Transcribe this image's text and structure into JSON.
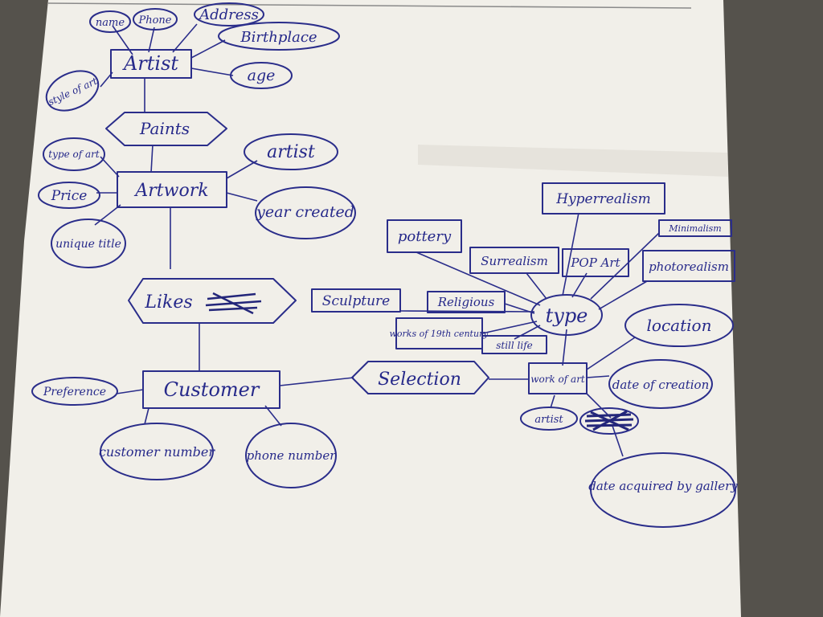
{
  "diagram": {
    "type": "entity-relationship sketch (handwritten)",
    "entities": [
      {
        "id": "artist",
        "label": "Artist"
      },
      {
        "id": "artwork",
        "label": "Artwork"
      },
      {
        "id": "customer",
        "label": "Customer"
      },
      {
        "id": "work_of_art",
        "label": "work of art"
      }
    ],
    "relationships": [
      {
        "id": "paints",
        "label": "Paints",
        "between": [
          "Artist",
          "Artwork"
        ]
      },
      {
        "id": "likes",
        "label": "Likes",
        "between": [
          "Artwork",
          "Customer"
        ]
      },
      {
        "id": "selection",
        "label": "Selection",
        "between": [
          "Customer",
          "work of art"
        ]
      }
    ],
    "attributes": {
      "artist": [
        "name",
        "Phone",
        "Address",
        "Birthplace",
        "age",
        "style of art"
      ],
      "artwork": [
        "type of art",
        "artist",
        "Price",
        "year created",
        "unique title"
      ],
      "customer": [
        "Preference",
        "customer number",
        "phone number"
      ],
      "work_of_art": [
        "location",
        "date of creation",
        "artist",
        "date acquired by gallery"
      ]
    },
    "type_node": {
      "label": "type"
    },
    "types": [
      "Hyperrealism",
      "Minimalism",
      "pottery",
      "Surrealism",
      "POP Art",
      "photorealism",
      "Sculpture",
      "Religious",
      "works of 19th century",
      "still life"
    ]
  }
}
